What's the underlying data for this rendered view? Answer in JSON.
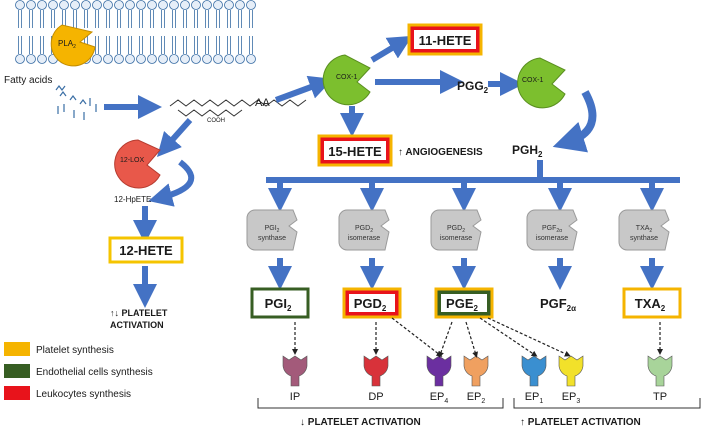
{
  "membrane": {
    "enzyme": "PLA",
    "enzyme_sub": "2"
  },
  "fatty_acids": "Fatty acids",
  "aa": {
    "label": "AA",
    "cooh": "COOH"
  },
  "lox": {
    "enzyme": "12-LOX",
    "product": "12-HpETE",
    "hete": "12-HETE",
    "activation_line1": "↑↓ PLATELET",
    "activation_line2": "ACTIVATION"
  },
  "cox": {
    "enzyme_left": "COX-1",
    "enzyme_right": "COX-1",
    "hete11": "11-HETE",
    "hete15": "15-HETE",
    "angiogenesis": "↑ ANGIOGENESIS",
    "pgg": "PGG",
    "pgg_sub": "2",
    "pgh": "PGH",
    "pgh_sub": "2"
  },
  "synthases": [
    {
      "line1": "PGI",
      "sub": "2",
      "line2": "synthase"
    },
    {
      "line1": "PGD",
      "sub": "2",
      "line2": "isomerase"
    },
    {
      "line1": "PGD",
      "sub": "2",
      "line2": "isomerase"
    },
    {
      "line1": "PGF",
      "sub": "2α",
      "line2": "isomerase"
    },
    {
      "line1": "TXA",
      "sub": "2",
      "line2": "synthase"
    }
  ],
  "products": [
    {
      "name": "PGI",
      "sub": "2"
    },
    {
      "name": "PGD",
      "sub": "2"
    },
    {
      "name": "PGE",
      "sub": "2"
    },
    {
      "name": "PGF",
      "sub": "2α"
    },
    {
      "name": "TXA",
      "sub": "2"
    }
  ],
  "receptors": [
    {
      "name": "IP",
      "sub": "",
      "color": "#a35a7a"
    },
    {
      "name": "DP",
      "sub": "",
      "color": "#d8323a"
    },
    {
      "name": "EP",
      "sub": "4",
      "color": "#6b2fa0"
    },
    {
      "name": "EP",
      "sub": "2",
      "color": "#f0a060"
    },
    {
      "name": "EP",
      "sub": "1",
      "color": "#3a8fd0"
    },
    {
      "name": "EP",
      "sub": "3",
      "color": "#f2e12a"
    },
    {
      "name": "TP",
      "sub": "",
      "color": "#a8d49a"
    }
  ],
  "bottom": {
    "down": "↓ PLATELET ACTIVATION",
    "up": "↑ PLATELET ACTIVATION"
  },
  "legend": [
    {
      "label": "Platelet synthesis",
      "color": "#f5b400"
    },
    {
      "label": "Endothelial cells synthesis",
      "color": "#375e23"
    },
    {
      "label": "Leukocytes synthesis",
      "color": "#e8131b"
    }
  ],
  "colors": {
    "arrow": "#4472c4",
    "cox": "#7cbf2e",
    "lox": "#e8584a",
    "pla": "#f5b400",
    "synth": "#c8c8c8"
  }
}
